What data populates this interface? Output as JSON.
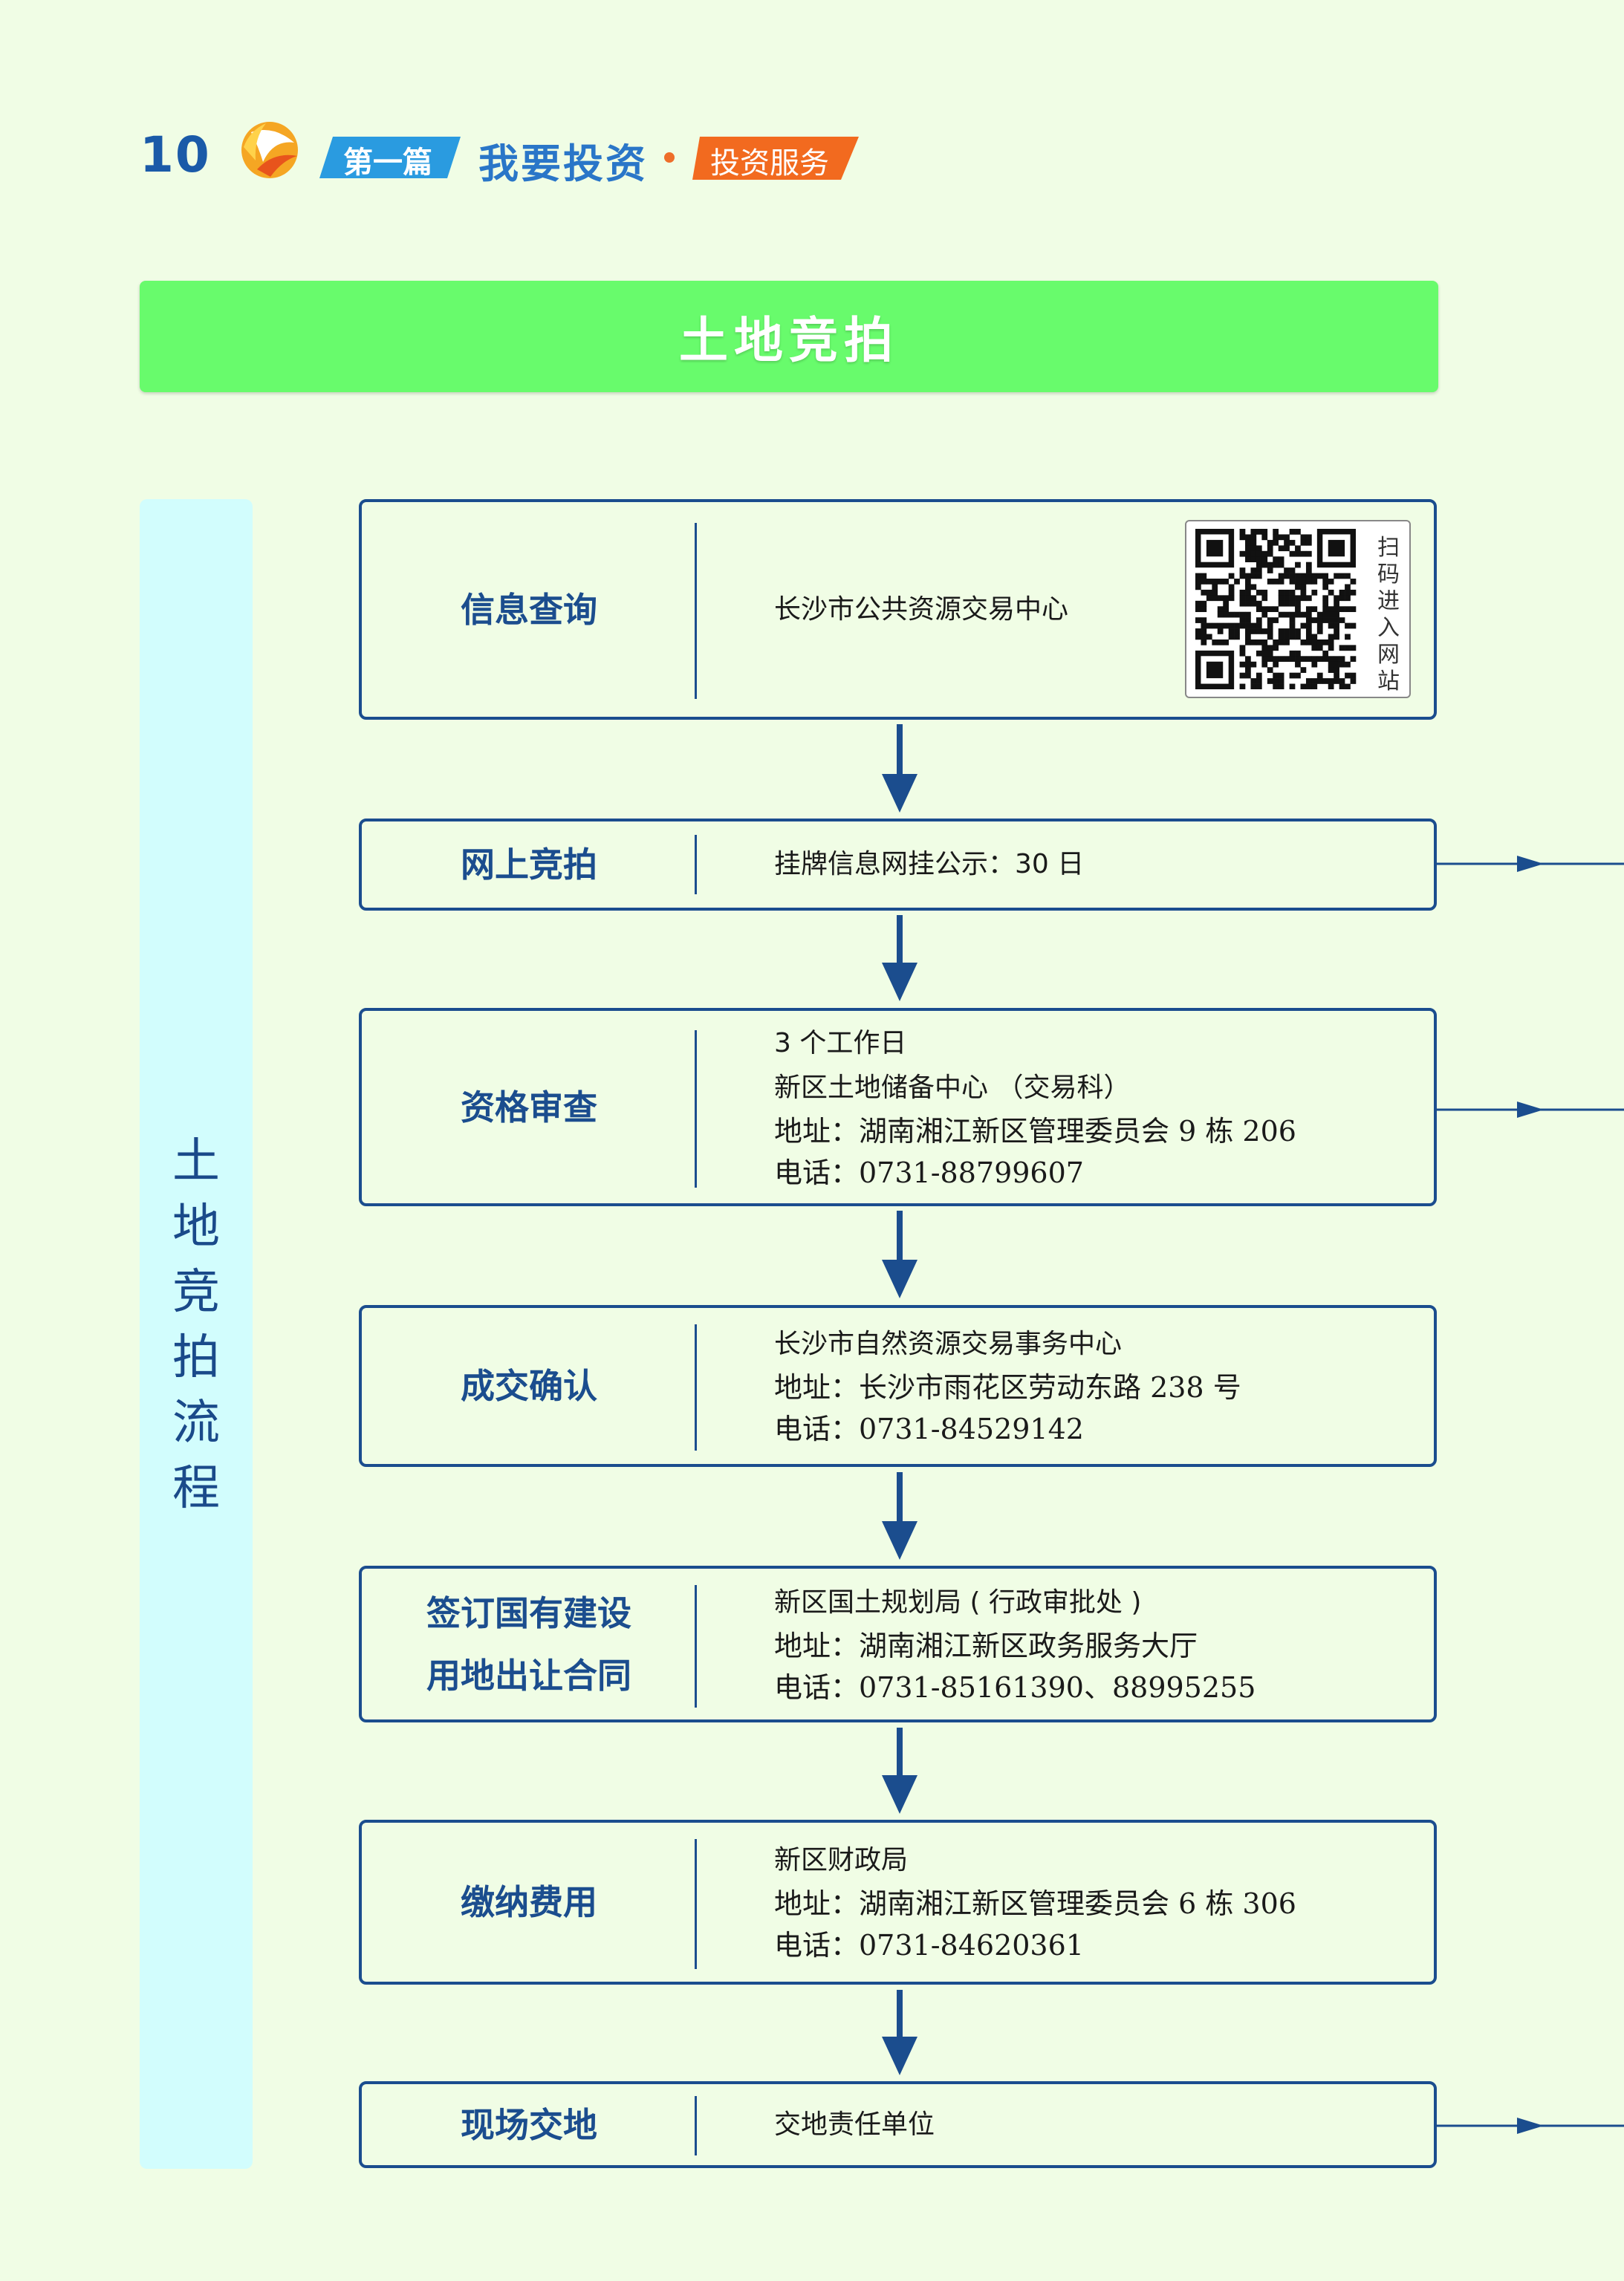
{
  "header": {
    "page_number": "10",
    "part_label": "第一篇",
    "section_title": "我要投资",
    "subsection_label": "投资服务"
  },
  "banner": {
    "title": "土地竞拍"
  },
  "side_label": [
    "土",
    "地",
    "竞",
    "拍",
    "流",
    "程"
  ],
  "steps": [
    {
      "title_lines": [
        "信息查询"
      ],
      "org": "长沙市公共资源交易中心",
      "qr_caption": [
        "扫",
        "码",
        "进",
        "入",
        "网",
        "站"
      ]
    },
    {
      "title_lines": [
        "网上竞拍"
      ],
      "org": "挂牌信息网挂公示：30 日"
    },
    {
      "title_lines": [
        "资格审查"
      ],
      "line1": "3 个工作日",
      "org": "新区土地储备中心 （交易科）",
      "address": "地址：湖南湘江新区管理委员会 9 栋 206",
      "phone": "电话：0731-88799607"
    },
    {
      "title_lines": [
        "成交确认"
      ],
      "org": "长沙市自然资源交易事务中心",
      "address": "地址：长沙市雨花区劳动东路 238 号",
      "phone": "电话：0731-84529142"
    },
    {
      "title_lines": [
        "签订国有建设",
        "用地出让合同"
      ],
      "org": "新区国土规划局 ( 行政审批处 )",
      "address": "地址：湖南湘江新区政务服务大厅",
      "phone": "电话：0731-85161390、88995255"
    },
    {
      "title_lines": [
        "缴纳费用"
      ],
      "org": "新区财政局",
      "address": "地址：湖南湘江新区管理委员会 6 栋 306",
      "phone": "电话：0731-84620361"
    },
    {
      "title_lines": [
        "现场交地"
      ],
      "org": "交地责任单位"
    }
  ],
  "colors": {
    "primary": "#1b4d8e",
    "banner": "#68fb6c",
    "side_panel": "#d2fdfd",
    "background": "#f0fde5",
    "accent_orange": "#ee6e2a",
    "accent_blue": "#2a76c8"
  }
}
